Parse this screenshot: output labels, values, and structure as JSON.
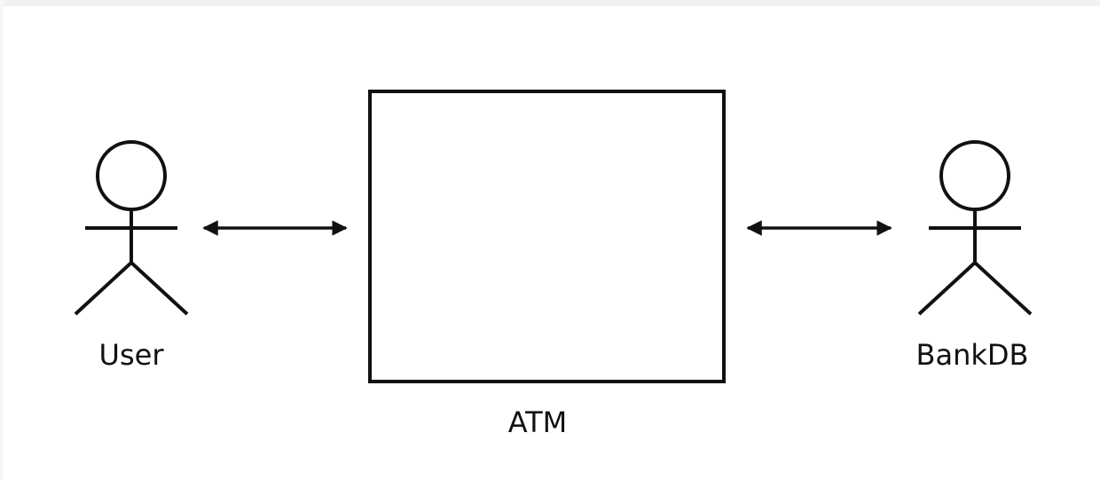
{
  "diagram": {
    "nodes": [
      {
        "id": "user",
        "kind": "actor",
        "label": "User"
      },
      {
        "id": "atm",
        "kind": "system-box",
        "label": "ATM"
      },
      {
        "id": "bankdb",
        "kind": "actor",
        "label": "BankDB"
      }
    ],
    "edges": [
      {
        "from": "user",
        "to": "atm",
        "direction": "bidirectional"
      },
      {
        "from": "atm",
        "to": "bankdb",
        "direction": "bidirectional"
      }
    ]
  },
  "colors": {
    "stroke": "#111111",
    "background": "#ffffff"
  }
}
